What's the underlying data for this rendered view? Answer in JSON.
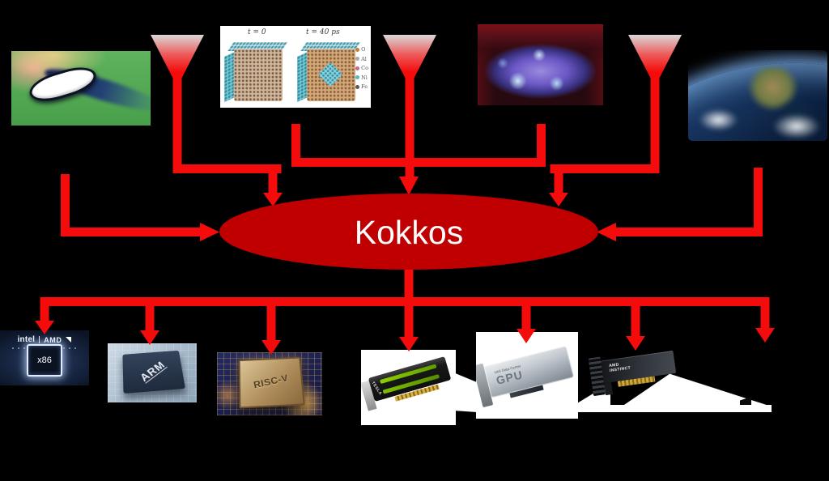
{
  "colors": {
    "background": "#000000",
    "arrow": "#f40b0b",
    "funnel_top": "#d9d9d9",
    "ellipse_fill": "#c00000",
    "ellipse_stroke": "#a50000",
    "ellipse_text": "#ffffff",
    "white_backdrop": "#ffffff"
  },
  "center": {
    "label": "Kokkos"
  },
  "applications": {
    "cfd": {
      "name": "airfoil-cfd-simulation"
    },
    "md": {
      "name": "molecular-dynamics-simulation",
      "label_left": "t = 0",
      "label_right": "t = 40 ps",
      "legend": [
        {
          "label": "O",
          "color": "#c0803c"
        },
        {
          "label": "Al",
          "color": "#a8a8a8"
        },
        {
          "label": "Co",
          "color": "#c46a8e"
        },
        {
          "label": "Ni",
          "color": "#52b7c9"
        },
        {
          "label": "Fe",
          "color": "#5a5a5a"
        }
      ]
    },
    "fusion": {
      "name": "pulsed-power-fusion-facility"
    },
    "earth": {
      "name": "earth-from-orbit"
    }
  },
  "hardware": {
    "x86": {
      "brand_left": "intel",
      "brand_right": "AMD",
      "chip_label": "x86"
    },
    "arm": {
      "chip_label": "ARM"
    },
    "riscv": {
      "chip_label": "RISC-V"
    },
    "nvidia_gpu": {
      "label": "TESLA"
    },
    "intel_gpu": {
      "label_small": "intel Data Center",
      "label_large": "GPU"
    },
    "amd_gpu": {
      "label_line1": "AMD",
      "label_line2": "INSTINCT"
    }
  }
}
